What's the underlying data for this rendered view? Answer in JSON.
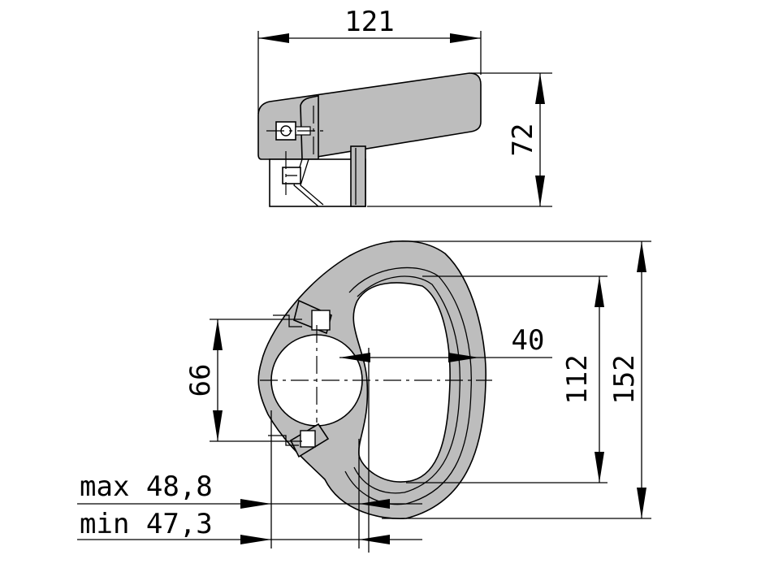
{
  "drawing": {
    "dimensions": {
      "width_top": "121",
      "height_side": "72",
      "hole_spacing": "66",
      "radius": "40",
      "inner_height": "112",
      "overall_height": "152",
      "max_label": "max 48,8",
      "min_label": "min 47,3"
    }
  }
}
